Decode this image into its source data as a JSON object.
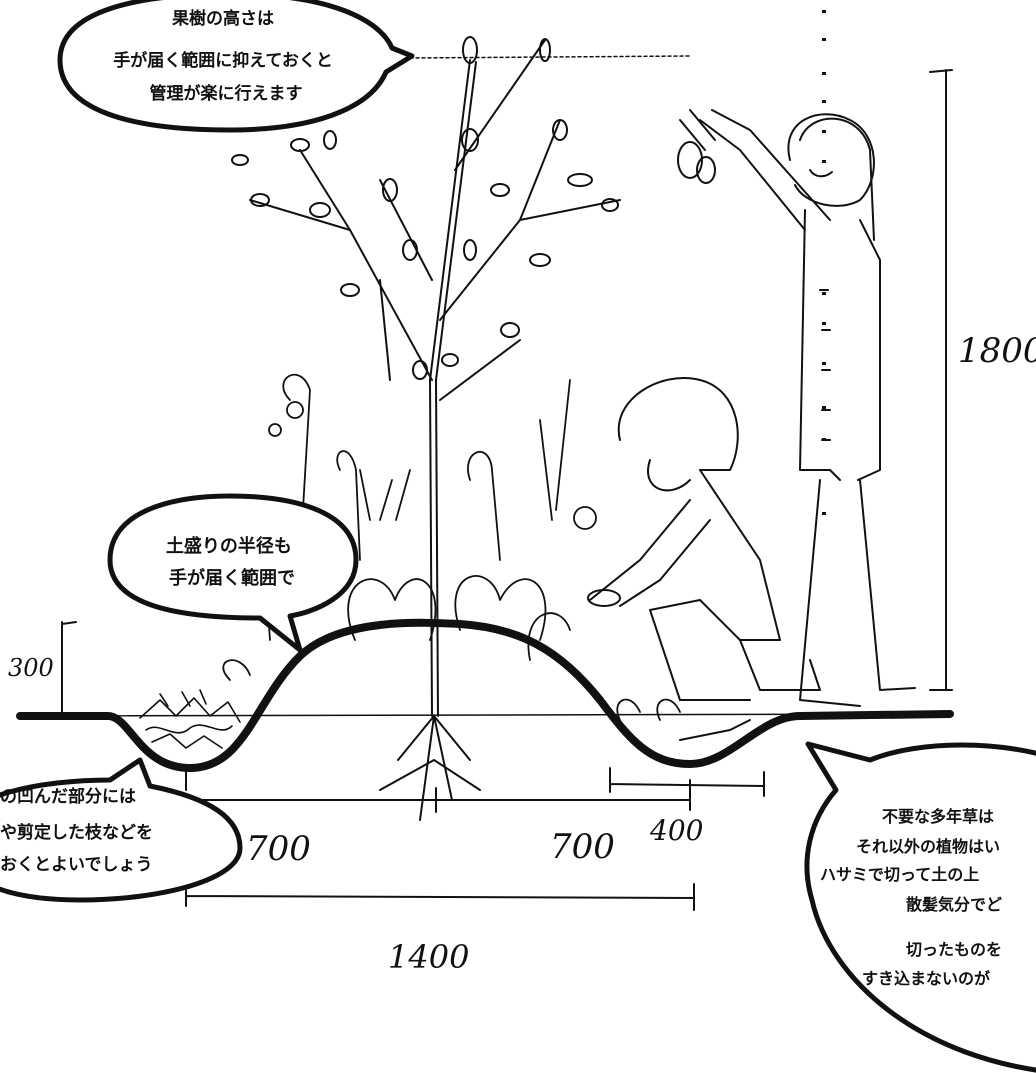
{
  "bubbles": {
    "fruit_tree": {
      "lines": [
        "果樹の高さは",
        "手が届く範囲に抑えておくと",
        "管理が楽に行えます"
      ]
    },
    "mound": {
      "lines": [
        "土盛りの半径も",
        "手が届く範囲で"
      ]
    },
    "hollow": {
      "lines": [
        "の凹んだ部分には",
        "や剪定した枝などを",
        "おくとよいでしょう"
      ]
    },
    "weeds": {
      "lines": [
        "不要な多年草は",
        "それ以外の植物はい",
        "ハサミで切って土の上",
        "散髪気分でど",
        "切ったものを",
        "すき込まないのが"
      ]
    }
  },
  "dimensions": {
    "height_total": "1800",
    "mound_height": "300",
    "ditch_width": "400",
    "left_radius": "700",
    "right_radius": "700",
    "mound_width": "1400"
  },
  "colors": {
    "ink": "#111111",
    "paper": "#ffffff"
  }
}
